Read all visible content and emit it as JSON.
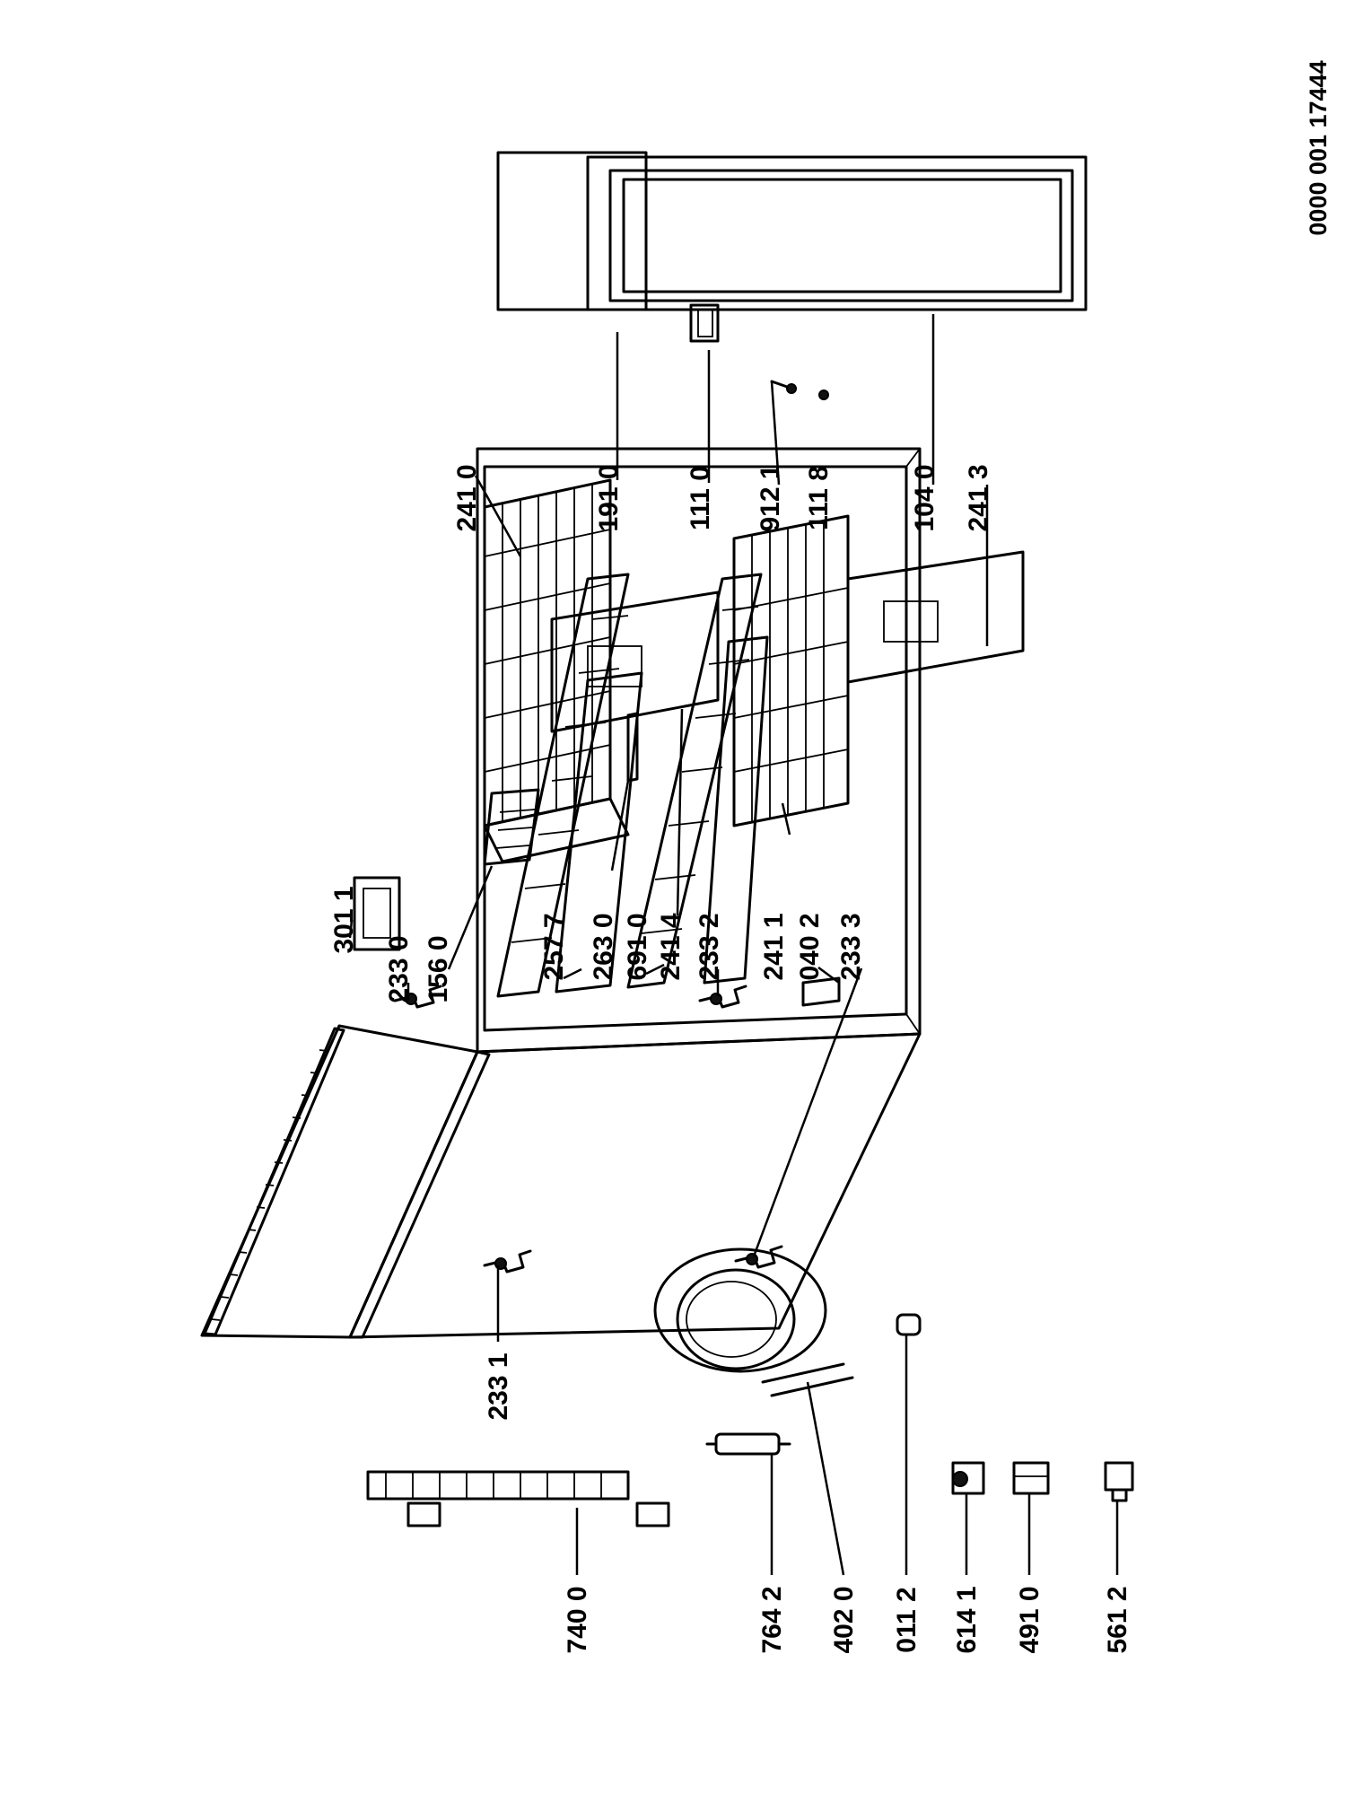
{
  "drawing_code": "0000 001 17444",
  "callouts": [
    {
      "id": "301",
      "text": "301 1"
    },
    {
      "id": "2330",
      "text": "233 0"
    },
    {
      "id": "156",
      "text": "156 0"
    },
    {
      "id": "257",
      "text": "257 7"
    },
    {
      "id": "263",
      "text": "263 0"
    },
    {
      "id": "691",
      "text": "691 0"
    },
    {
      "id": "2414",
      "text": "241 4"
    },
    {
      "id": "2332",
      "text": "233 2"
    },
    {
      "id": "2411",
      "text": "241 1"
    },
    {
      "id": "040",
      "text": "040 2"
    },
    {
      "id": "2333",
      "text": "233 3"
    },
    {
      "id": "2410",
      "text": "241 0"
    },
    {
      "id": "191",
      "text": "191 0"
    },
    {
      "id": "1110",
      "text": "111 0"
    },
    {
      "id": "912",
      "text": "912 1"
    },
    {
      "id": "1118",
      "text": "111 8"
    },
    {
      "id": "104",
      "text": "104 0"
    },
    {
      "id": "2413",
      "text": "241 3"
    },
    {
      "id": "2331",
      "text": "233 1"
    },
    {
      "id": "740",
      "text": "740 0"
    },
    {
      "id": "764",
      "text": "764 2"
    },
    {
      "id": "402",
      "text": "402 0"
    },
    {
      "id": "011",
      "text": "011 2"
    },
    {
      "id": "614",
      "text": "614 1"
    },
    {
      "id": "491",
      "text": "491 0"
    },
    {
      "id": "561",
      "text": "561 2"
    }
  ]
}
